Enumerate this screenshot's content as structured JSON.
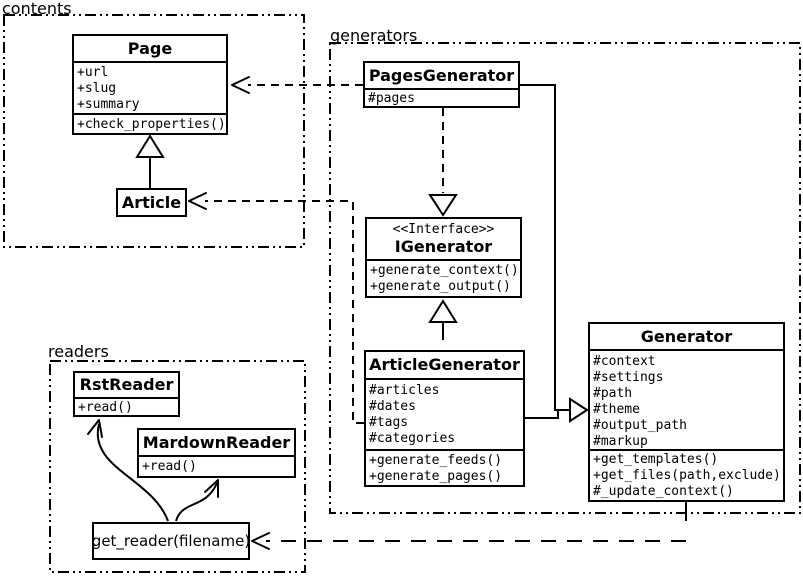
{
  "diagram": {
    "background": "#ffffff",
    "line_color": "#000000",
    "text_color": "#000000"
  },
  "packages": {
    "contents": {
      "label": "contents"
    },
    "generators": {
      "label": "generators"
    },
    "readers": {
      "label": "readers"
    }
  },
  "classes": {
    "page": {
      "title": "Page",
      "attributes": [
        "+url",
        "+slug",
        "+summary"
      ],
      "methods": [
        "+check_properties()"
      ]
    },
    "article": {
      "title": "Article"
    },
    "pages_generator": {
      "title": "PagesGenerator",
      "attributes": [
        "#pages"
      ]
    },
    "igenerator": {
      "stereotype": "<<Interface>>",
      "title": "IGenerator",
      "methods": [
        "+generate_context()",
        "+generate_output()"
      ]
    },
    "article_generator": {
      "title": "ArticleGenerator",
      "attributes": [
        "#articles",
        "#dates",
        "#tags",
        "#categories"
      ],
      "methods": [
        "+generate_feeds()",
        "+generate_pages()"
      ]
    },
    "generator": {
      "title": "Generator",
      "attributes": [
        "#context",
        "#settings",
        "#path",
        "#theme",
        "#output_path",
        "#markup"
      ],
      "methods": [
        "+get_templates()",
        "+get_files(path,exclude)",
        "#_update_context()"
      ]
    },
    "rst_reader": {
      "title": "RstReader",
      "methods": [
        "+read()"
      ]
    },
    "mardown_reader": {
      "title": "MardownReader",
      "methods": [
        "+read()"
      ]
    },
    "get_reader": {
      "label": "get_reader(filename)"
    }
  }
}
